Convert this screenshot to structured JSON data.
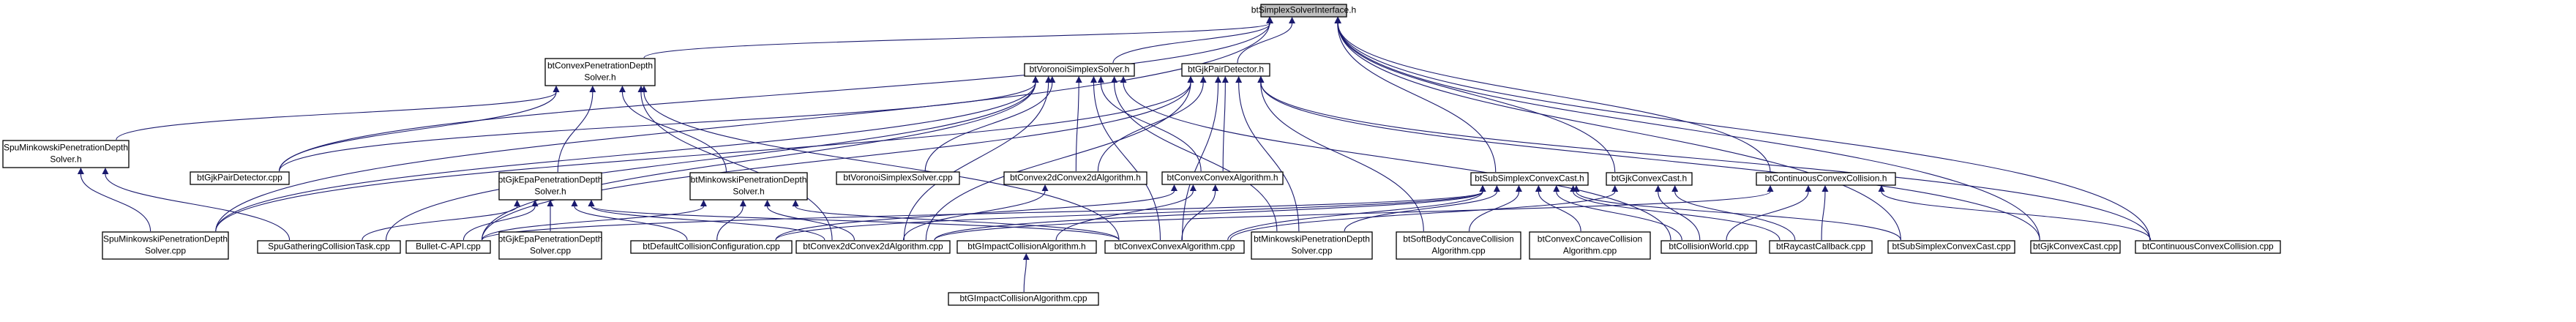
{
  "graph": {
    "title": "",
    "colors": {
      "root_fill": "#bfbfbf",
      "edge": "#1a1a6e",
      "node_stroke": "#000000"
    },
    "nodes": [
      {
        "id": "n_root",
        "lines": [
          "btSimplexSolverInterface.h"
        ],
        "root": true
      },
      {
        "id": "n_cpds",
        "lines": [
          "btConvexPenetrationDepth",
          "Solver.h"
        ]
      },
      {
        "id": "n_vss",
        "lines": [
          "btVoronoiSimplexSolver.h"
        ]
      },
      {
        "id": "n_gpd",
        "lines": [
          "btGjkPairDetector.h"
        ]
      },
      {
        "id": "n_spu_mpd_h",
        "lines": [
          "SpuMinkowskiPenetrationDepth",
          "Solver.h"
        ]
      },
      {
        "id": "n_gpd_cpp",
        "lines": [
          "btGjkPairDetector.cpp"
        ]
      },
      {
        "id": "n_gjkepa_h",
        "lines": [
          "btGjkEpaPenetrationDepth",
          "Solver.h"
        ]
      },
      {
        "id": "n_mink_h",
        "lines": [
          "btMinkowskiPenetrationDepth",
          "Solver.h"
        ]
      },
      {
        "id": "n_vss_cpp",
        "lines": [
          "btVoronoiSimplexSolver.cpp"
        ]
      },
      {
        "id": "n_c2d_h",
        "lines": [
          "btConvex2dConvex2dAlgorithm.h"
        ]
      },
      {
        "id": "n_cca_h",
        "lines": [
          "btConvexConvexAlgorithm.h"
        ]
      },
      {
        "id": "n_sub_h",
        "lines": [
          "btSubSimplexConvexCast.h"
        ]
      },
      {
        "id": "n_gcc_h",
        "lines": [
          "btGjkConvexCast.h"
        ]
      },
      {
        "id": "n_ccc_h",
        "lines": [
          "btContinuousConvexCollision.h"
        ]
      },
      {
        "id": "n_spu_mpd_cpp",
        "lines": [
          "SpuMinkowskiPenetrationDepth",
          "Solver.cpp"
        ]
      },
      {
        "id": "n_spu_task",
        "lines": [
          "SpuGatheringCollisionTask.cpp"
        ]
      },
      {
        "id": "n_bullet_c",
        "lines": [
          "Bullet-C-API.cpp"
        ]
      },
      {
        "id": "n_gjkepa_cpp",
        "lines": [
          "btGjkEpaPenetrationDepth",
          "Solver.cpp"
        ]
      },
      {
        "id": "n_dcc_cpp",
        "lines": [
          "btDefaultCollisionConfiguration.cpp"
        ]
      },
      {
        "id": "n_c2d_cpp",
        "lines": [
          "btConvex2dConvex2dAlgorithm.cpp"
        ]
      },
      {
        "id": "n_gimpact_h",
        "lines": [
          "btGImpactCollisionAlgorithm.h"
        ]
      },
      {
        "id": "n_cca_cpp",
        "lines": [
          "btConvexConvexAlgorithm.cpp"
        ]
      },
      {
        "id": "n_mink_cpp",
        "lines": [
          "btMinkowskiPenetrationDepth",
          "Solver.cpp"
        ]
      },
      {
        "id": "n_softbody",
        "lines": [
          "btSoftBodyConcaveCollision",
          "Algorithm.cpp"
        ]
      },
      {
        "id": "n_concave",
        "lines": [
          "btConvexConcaveCollision",
          "Algorithm.cpp"
        ]
      },
      {
        "id": "n_cworld",
        "lines": [
          "btCollisionWorld.cpp"
        ]
      },
      {
        "id": "n_raycast",
        "lines": [
          "btRaycastCallback.cpp"
        ]
      },
      {
        "id": "n_sub_cpp",
        "lines": [
          "btSubSimplexConvexCast.cpp"
        ]
      },
      {
        "id": "n_gcc_cpp",
        "lines": [
          "btGjkConvexCast.cpp"
        ]
      },
      {
        "id": "n_ccc_cpp",
        "lines": [
          "btContinuousConvexCollision.cpp"
        ]
      },
      {
        "id": "n_gimpact_cpp",
        "lines": [
          "btGImpactCollisionAlgorithm.cpp"
        ]
      }
    ],
    "edges": [
      [
        "n_root",
        "n_cpds"
      ],
      [
        "n_root",
        "n_vss"
      ],
      [
        "n_root",
        "n_gpd"
      ],
      [
        "n_root",
        "n_gpd_cpp"
      ],
      [
        "n_root",
        "n_spu_mpd_cpp"
      ],
      [
        "n_root",
        "n_sub_h"
      ],
      [
        "n_root",
        "n_gcc_h"
      ],
      [
        "n_root",
        "n_ccc_h"
      ],
      [
        "n_root",
        "n_sub_cpp"
      ],
      [
        "n_root",
        "n_gcc_cpp"
      ],
      [
        "n_root",
        "n_ccc_cpp"
      ],
      [
        "n_cpds",
        "n_spu_mpd_h"
      ],
      [
        "n_cpds",
        "n_gpd_cpp"
      ],
      [
        "n_cpds",
        "n_gjkepa_h"
      ],
      [
        "n_cpds",
        "n_mink_h"
      ],
      [
        "n_cpds",
        "n_c2d_cpp"
      ],
      [
        "n_cpds",
        "n_cca_cpp"
      ],
      [
        "n_vss",
        "n_gpd_cpp"
      ],
      [
        "n_vss",
        "n_vss_cpp"
      ],
      [
        "n_vss",
        "n_c2d_h"
      ],
      [
        "n_vss",
        "n_cca_h"
      ],
      [
        "n_vss",
        "n_spu_mpd_cpp"
      ],
      [
        "n_vss",
        "n_spu_task"
      ],
      [
        "n_vss",
        "n_bullet_c"
      ],
      [
        "n_vss",
        "n_c2d_cpp"
      ],
      [
        "n_vss",
        "n_cca_cpp"
      ],
      [
        "n_vss",
        "n_mink_cpp"
      ],
      [
        "n_vss",
        "n_cworld"
      ],
      [
        "n_gpd",
        "n_c2d_h"
      ],
      [
        "n_gpd",
        "n_cca_h"
      ],
      [
        "n_gpd",
        "n_spu_mpd_cpp"
      ],
      [
        "n_gpd",
        "n_bullet_c"
      ],
      [
        "n_gpd",
        "n_c2d_cpp"
      ],
      [
        "n_gpd",
        "n_cca_cpp"
      ],
      [
        "n_gpd",
        "n_mink_cpp"
      ],
      [
        "n_gpd",
        "n_gcc_cpp"
      ],
      [
        "n_gpd",
        "n_ccc_cpp"
      ],
      [
        "n_gpd",
        "n_softbody"
      ],
      [
        "n_spu_mpd_h",
        "n_spu_mpd_cpp"
      ],
      [
        "n_spu_mpd_h",
        "n_spu_task"
      ],
      [
        "n_gjkepa_h",
        "n_spu_task"
      ],
      [
        "n_gjkepa_h",
        "n_bullet_c"
      ],
      [
        "n_gjkepa_h",
        "n_gjkepa_cpp"
      ],
      [
        "n_gjkepa_h",
        "n_dcc_cpp"
      ],
      [
        "n_gjkepa_h",
        "n_c2d_cpp"
      ],
      [
        "n_gjkepa_h",
        "n_cca_cpp"
      ],
      [
        "n_mink_h",
        "n_bullet_c"
      ],
      [
        "n_mink_h",
        "n_dcc_cpp"
      ],
      [
        "n_mink_h",
        "n_c2d_cpp"
      ],
      [
        "n_mink_h",
        "n_cca_cpp"
      ],
      [
        "n_c2d_h",
        "n_c2d_cpp"
      ],
      [
        "n_cca_h",
        "n_dcc_cpp"
      ],
      [
        "n_cca_h",
        "n_gimpact_h"
      ],
      [
        "n_cca_h",
        "n_cca_cpp"
      ],
      [
        "n_sub_h",
        "n_bullet_c"
      ],
      [
        "n_sub_h",
        "n_dcc_cpp"
      ],
      [
        "n_sub_h",
        "n_c2d_cpp"
      ],
      [
        "n_sub_h",
        "n_cca_cpp"
      ],
      [
        "n_sub_h",
        "n_mink_cpp"
      ],
      [
        "n_sub_h",
        "n_softbody"
      ],
      [
        "n_sub_h",
        "n_concave"
      ],
      [
        "n_sub_h",
        "n_cworld"
      ],
      [
        "n_sub_h",
        "n_raycast"
      ],
      [
        "n_sub_h",
        "n_sub_cpp"
      ],
      [
        "n_gcc_h",
        "n_cca_cpp"
      ],
      [
        "n_gcc_h",
        "n_cworld"
      ],
      [
        "n_gcc_h",
        "n_raycast"
      ],
      [
        "n_ccc_h",
        "n_c2d_cpp"
      ],
      [
        "n_ccc_h",
        "n_cworld"
      ],
      [
        "n_ccc_h",
        "n_raycast"
      ],
      [
        "n_ccc_h",
        "n_ccc_cpp"
      ],
      [
        "n_gimpact_h",
        "n_gimpact_cpp"
      ]
    ]
  }
}
